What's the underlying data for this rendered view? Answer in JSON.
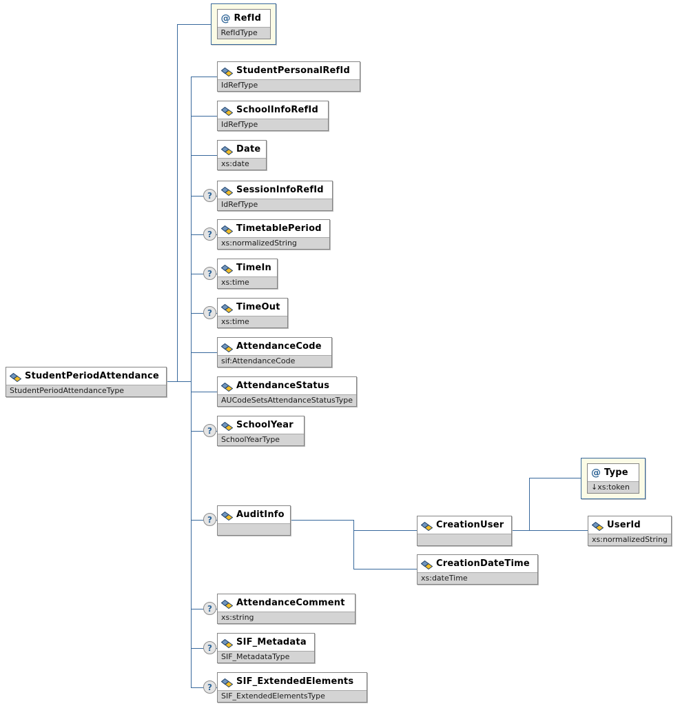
{
  "markers": {
    "optional": "?"
  },
  "attribute_symbol": "@",
  "colors": {
    "connector": "#36679b",
    "box_border": "#848484",
    "type_band": "#d4d4d4",
    "attribute_box_bg": "#fbfbe6",
    "attribute_box_border": "#36679b"
  },
  "nodes": {
    "root": {
      "name": "StudentPeriodAttendance",
      "type": "StudentPeriodAttendanceType"
    },
    "refId": {
      "name": "RefId",
      "type": "RefIdType"
    },
    "studentPersonalRefId": {
      "name": "StudentPersonalRefId",
      "type": "IdRefType"
    },
    "schoolInfoRefId": {
      "name": "SchoolInfoRefId",
      "type": "IdRefType"
    },
    "date": {
      "name": "Date",
      "type": "xs:date"
    },
    "sessionInfoRefId": {
      "name": "SessionInfoRefId",
      "type": "IdRefType"
    },
    "timetablePeriod": {
      "name": "TimetablePeriod",
      "type": "xs:normalizedString"
    },
    "timeIn": {
      "name": "TimeIn",
      "type": "xs:time"
    },
    "timeOut": {
      "name": "TimeOut",
      "type": "xs:time"
    },
    "attendanceCode": {
      "name": "AttendanceCode",
      "type": "sif:AttendanceCode"
    },
    "attendanceStatus": {
      "name": "AttendanceStatus",
      "type": "AUCodeSetsAttendanceStatusType"
    },
    "schoolYear": {
      "name": "SchoolYear",
      "type": "SchoolYearType"
    },
    "auditInfo": {
      "name": "AuditInfo",
      "type": ""
    },
    "attendanceComment": {
      "name": "AttendanceComment",
      "type": "xs:string"
    },
    "sifMetadata": {
      "name": "SIF_Metadata",
      "type": "SIF_MetadataType"
    },
    "sifExtendedElements": {
      "name": "SIF_ExtendedElements",
      "type": "SIF_ExtendedElementsType"
    },
    "creationUser": {
      "name": "CreationUser",
      "type": ""
    },
    "creationDateTime": {
      "name": "CreationDateTime",
      "type": "xs:dateTime"
    },
    "typeAttr": {
      "name": "Type",
      "type": "↓xs:token"
    },
    "userId": {
      "name": "UserId",
      "type": "xs:normalizedString"
    }
  }
}
